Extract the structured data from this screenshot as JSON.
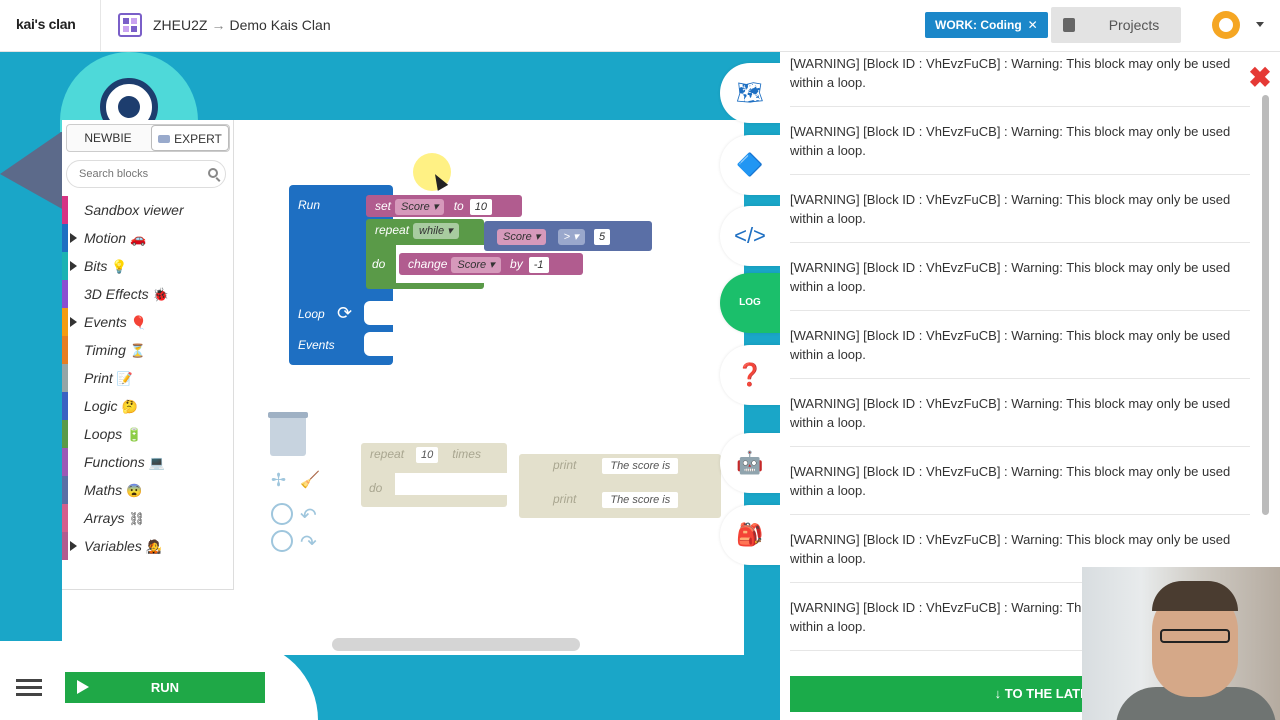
{
  "header": {
    "logo": "kai's clan",
    "project_code": "ZHEU2Z",
    "project_name": "Demo Kais Clan",
    "work_badge": "WORK: Coding",
    "work_badge_close": "✕",
    "projects_label": "Projects"
  },
  "toolbox": {
    "mode_newbie": "NEWBIE",
    "mode_expert": "EXPERT",
    "search_placeholder": "Search blocks",
    "categories": [
      {
        "label": "Sandbox viewer",
        "emoji": "",
        "color": "#d63384",
        "expandable": false
      },
      {
        "label": "Motion",
        "emoji": "🚗",
        "color": "#1e6fc2",
        "expandable": true
      },
      {
        "label": "Bits",
        "emoji": "💡",
        "color": "#1bb3b3",
        "expandable": true
      },
      {
        "label": "3D Effects",
        "emoji": "🐞",
        "color": "#8a4fd1",
        "expandable": false
      },
      {
        "label": "Events",
        "emoji": "🎈",
        "color": "#f39c12",
        "expandable": true
      },
      {
        "label": "Timing",
        "emoji": "⏳",
        "color": "#e67e22",
        "expandable": false
      },
      {
        "label": "Print",
        "emoji": "📝",
        "color": "#95a5a6",
        "expandable": false
      },
      {
        "label": "Logic",
        "emoji": "🤔",
        "color": "#3a62c2",
        "expandable": false
      },
      {
        "label": "Loops",
        "emoji": "🔋",
        "color": "#5a9a48",
        "expandable": false
      },
      {
        "label": "Functions",
        "emoji": "💻",
        "color": "#9b59b6",
        "expandable": false
      },
      {
        "label": "Maths",
        "emoji": "😨",
        "color": "#5a6fa6",
        "expandable": false
      },
      {
        "label": "Arrays",
        "emoji": "⛓",
        "color": "#d35f8d",
        "expandable": false
      },
      {
        "label": "Variables",
        "emoji": "🧑‍🎤",
        "color": "#b15c8f",
        "expandable": true
      }
    ]
  },
  "blocks": {
    "run_label": "Run",
    "loop_label": "Loop",
    "events_label": "Events",
    "set_label": "set",
    "set_var": "Score",
    "to_label": "to",
    "set_value": "10",
    "repeat_label": "repeat",
    "repeat_mode": "while",
    "cmp_var": "Score",
    "cmp_op": ">",
    "cmp_value": "5",
    "do_label": "do",
    "change_label": "change",
    "change_var": "Score",
    "by_label": "by",
    "change_value": "-1",
    "ghost_repeat": "repeat",
    "ghost_times_value": "10",
    "ghost_times": "times",
    "ghost_do": "do",
    "ghost_print_1": "print",
    "ghost_print_1_text": "The score is",
    "ghost_print_2": "print",
    "ghost_print_2_text": "The score is"
  },
  "log": {
    "entries": [
      "[WARNING] [Block ID : VhEvzFuCB] : Warning: This block may only be used within a loop.",
      "[WARNING] [Block ID : VhEvzFuCB] : Warning: This block may only be used within a loop.",
      "[WARNING] [Block ID : VhEvzFuCB] : Warning: This block may only be used within a loop.",
      "[WARNING] [Block ID : VhEvzFuCB] : Warning: This block may only be used within a loop.",
      "[WARNING] [Block ID : VhEvzFuCB] : Warning: This block may only be used within a loop.",
      "[WARNING] [Block ID : VhEvzFuCB] : Warning: This block may only be used within a loop.",
      "[WARNING] [Block ID : VhEvzFuCB] : Warning: This block may only be used within a loop.",
      "[WARNING] [Block ID : VhEvzFuCB] : Warning: This block may only be used within a loop.",
      "[WARNING] [Block ID : VhEvzFuCB] : Warning: This block may only be used within a loop."
    ],
    "latest_label": "TO THE LATEST",
    "close_label": "✖"
  },
  "side_tabs": {
    "log_label": "LOG"
  },
  "bottom": {
    "run_label": "RUN"
  }
}
